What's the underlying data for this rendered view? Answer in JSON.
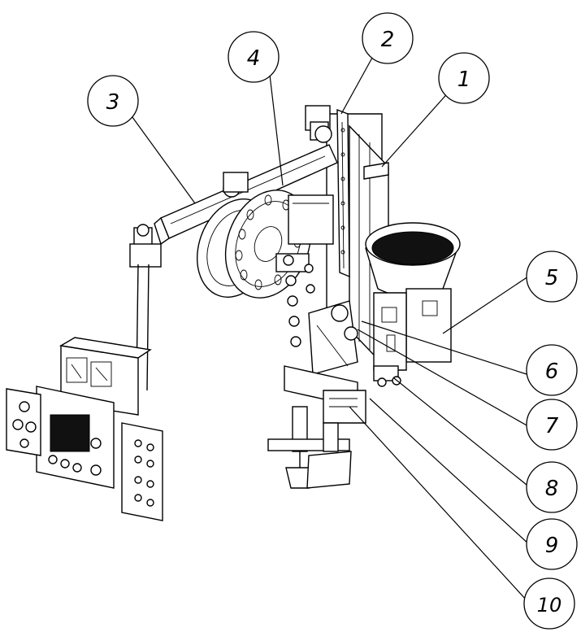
{
  "figure": {
    "callouts": [
      {
        "id": "callout-1",
        "label": "1"
      },
      {
        "id": "callout-2",
        "label": "2"
      },
      {
        "id": "callout-3",
        "label": "3"
      },
      {
        "id": "callout-4",
        "label": "4"
      },
      {
        "id": "callout-5",
        "label": "5"
      },
      {
        "id": "callout-6",
        "label": "6"
      },
      {
        "id": "callout-7",
        "label": "7"
      },
      {
        "id": "callout-8",
        "label": "8"
      },
      {
        "id": "callout-9",
        "label": "9"
      },
      {
        "id": "callout-10",
        "label": "10"
      }
    ]
  },
  "colors": {
    "line": "#000000",
    "background": "#ffffff",
    "fill_dark": "#111111"
  }
}
